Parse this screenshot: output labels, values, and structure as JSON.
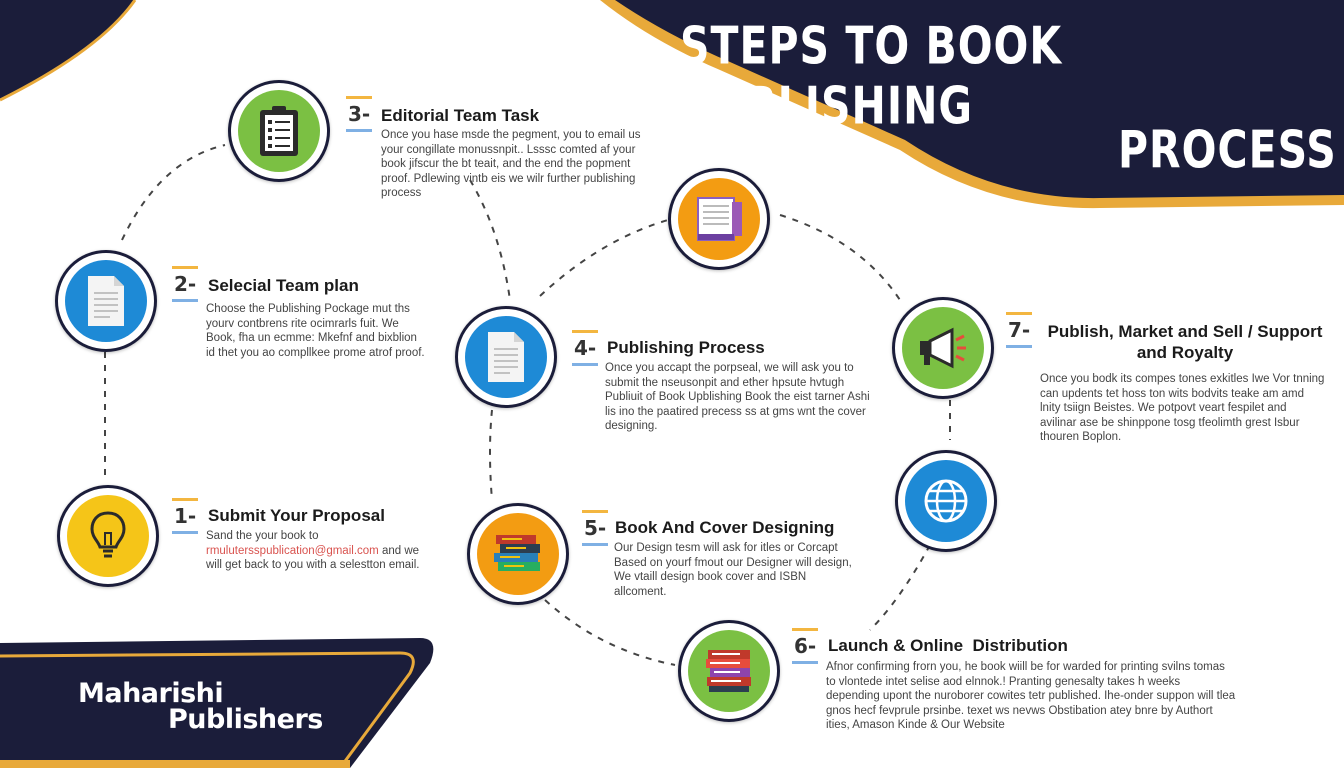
{
  "header": {
    "title_line1": "STEPS TO BOOK PUBLISHING",
    "title_line2": "PROCESS"
  },
  "footer": {
    "brand_line1": "Maharishi",
    "brand_line2": "Publishers"
  },
  "colors": {
    "navy": "#1b1d3a",
    "gold": "#e8a93a",
    "green": "#7bc043",
    "blue": "#1e8ad6",
    "orange": "#f39c12",
    "yellow": "#f5c518"
  },
  "steps": [
    {
      "num": "1-",
      "title": "Submit Your Proposal",
      "icon": "lightbulb-icon",
      "desc_lines": [
        "Sand the your book to"
      ],
      "email": "rmulutersspublication@gmail.com",
      "email_suffix": " and we",
      "desc_after": "will get back to you with a selestton email."
    },
    {
      "num": "2-",
      "title": "Selecial Team plan",
      "icon": "document-icon",
      "desc": "Choose the Publishing Pockage mut ths yourv contbrens rite ocimrarls fuit. We Book, fha un ecmme: Mkefnf and bixblion id thet you ao compllkee prome atrof proof."
    },
    {
      "num": "3-",
      "title": "Editorial Team Task",
      "icon": "clipboard-checklist-icon",
      "desc": "Once you hase msde the pegment, you to email us your congillate monussnpit.. Lsssc comted af your book jifscur the bt teait, and the end the popment proof. Pdlewing vintb eis we wilr further publishing process"
    },
    {
      "num": "4-",
      "title": "Publishing Process",
      "icon": "document-icon",
      "desc": "Once you accapt the porpseal, we will ask you to submit the nseusonpit and ether hpsute hvtugh Publiuit of Book Upblishing Book the eist tarner Ashi lis ino the paatired precess ss at gms wnt the cover designing."
    },
    {
      "num": "5-",
      "title": "Book And Cover Designing",
      "icon": "book-stack-icon",
      "desc": "Our Design tesm will ask for itles or Corcapt Based on yourf fmout our Designer will design, We vtaill design book cover and ISBN allcoment."
    },
    {
      "num": "6-",
      "title": "Launch & Online  Distribution",
      "icon": "books-icon",
      "desc": "Afnor confirming frorn you, he book wiill be for warded for printing svilns tomas to vlontede intet selise aod elnnok.! Pranting genesalty takes h weeks depending upont the nuroborer cowites tetr published. Ihe-onder suppon will tlea gnos hecf fevprule prsinbe. texet ws nevws Obstibation atey bnre by Authort ities, Amason Kinde & Our Website"
    },
    {
      "num": "7-",
      "title": "Publish, Market and Sell / Support and Royalty",
      "icon": "megaphone-icon",
      "desc": "Once you bodk its compes tones exkitles Iwe Vor tnning can updents tet hoss ton wits bodvits teake am amd lnity tsiign Beistes.  We potpovt veart fespilet and avilinar ase be shinppone tosg tfeolimth grest Isbur thouren Boplon."
    }
  ],
  "extra_node": {
    "icon": "globe-icon"
  }
}
